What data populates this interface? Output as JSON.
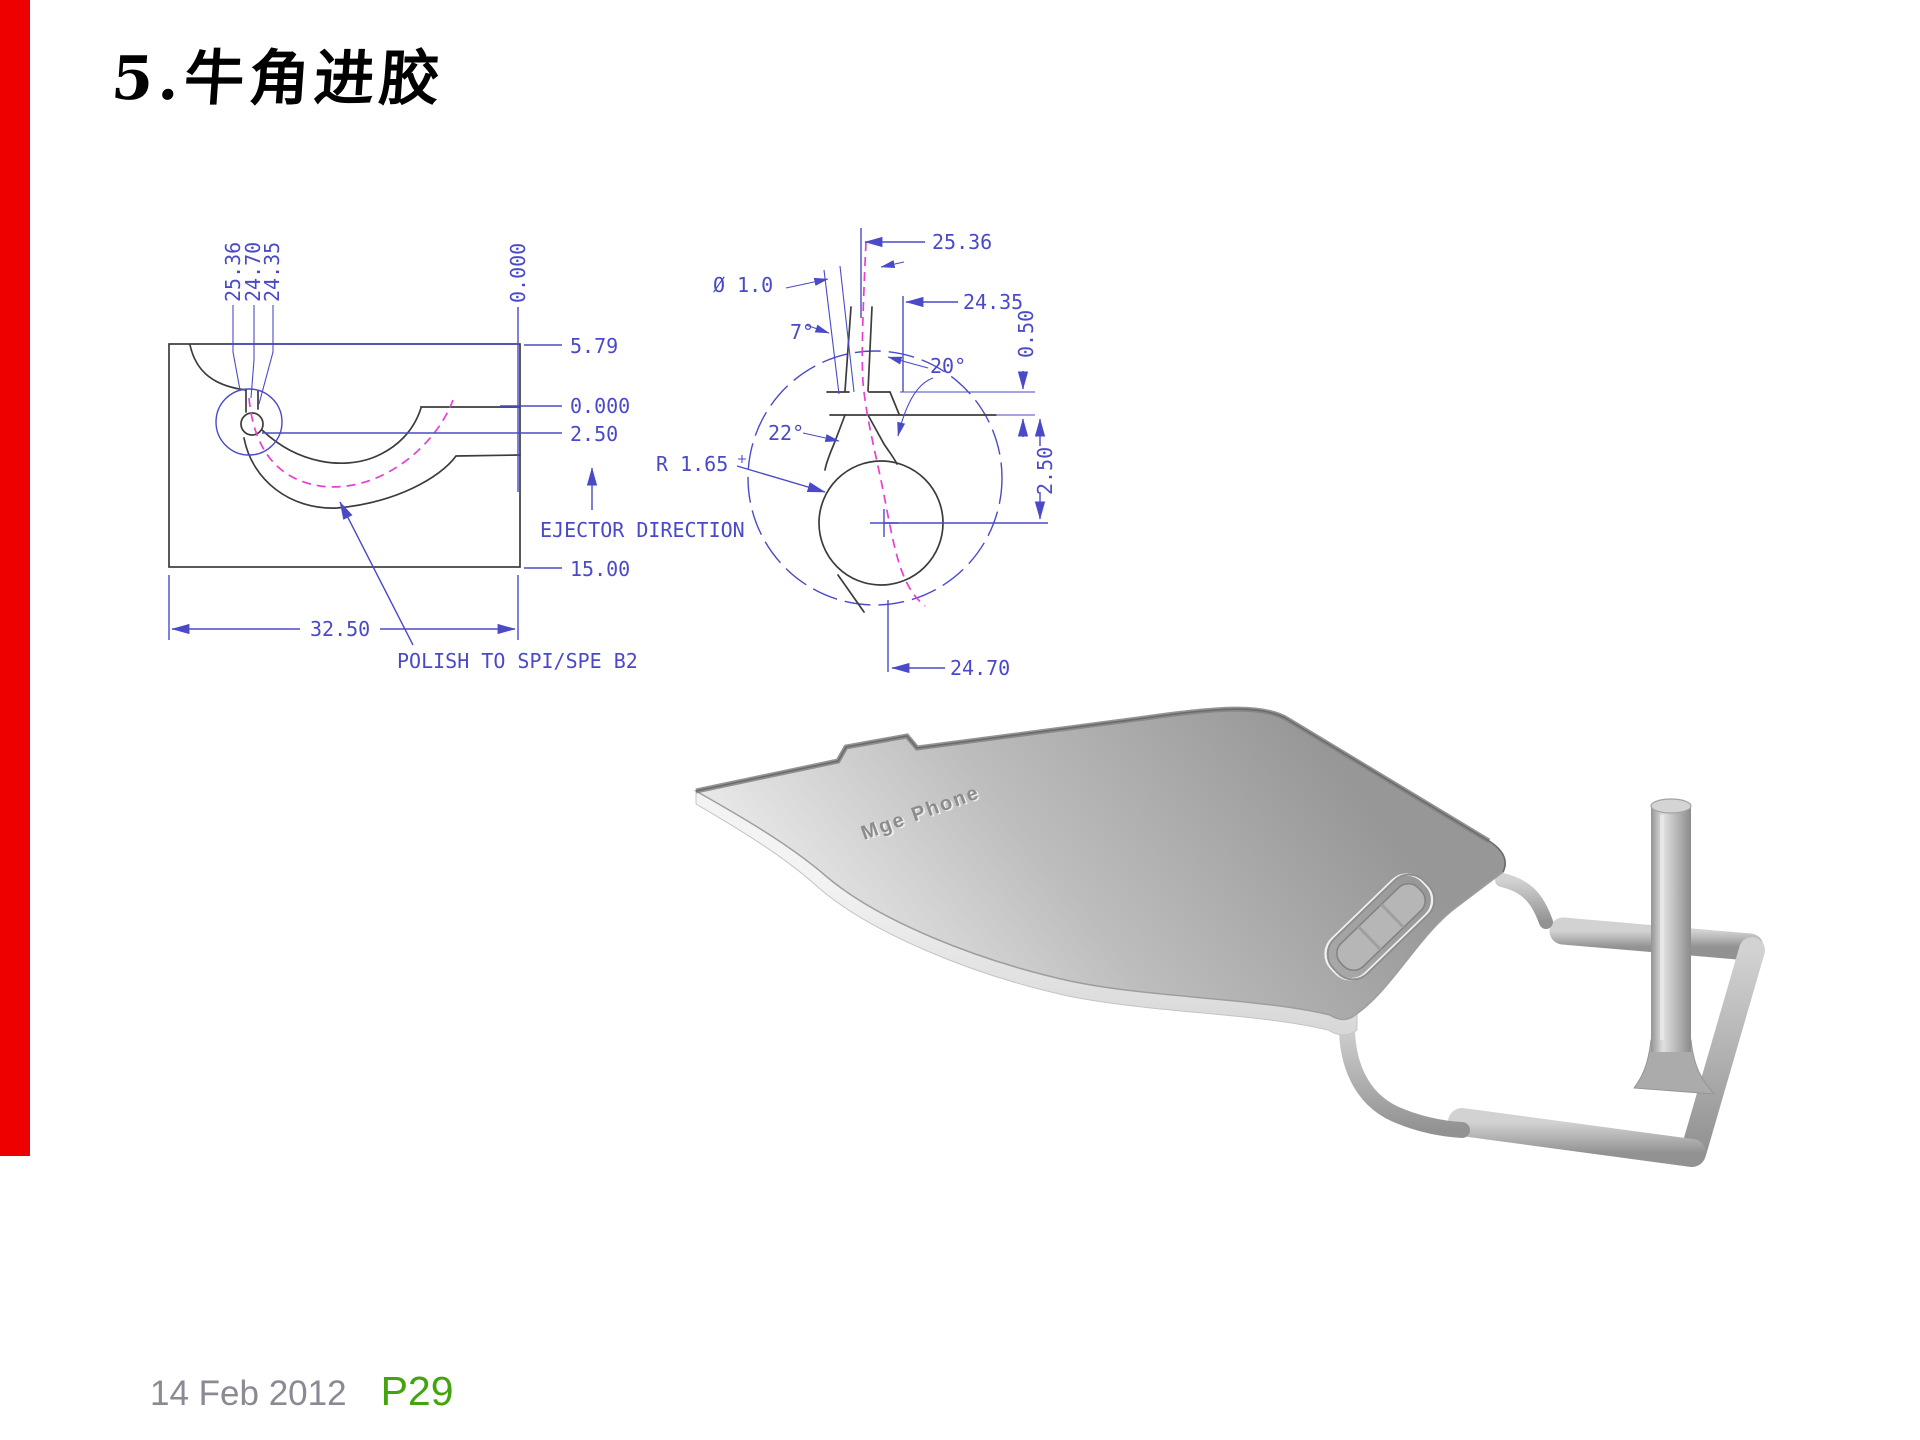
{
  "slide": {
    "title": "5.牛角进胶",
    "footer": {
      "date": "14 Feb 2012",
      "page": "P29"
    }
  },
  "colors": {
    "accent": "#ee0000",
    "dim": "#4a4ac8",
    "outline": "#3c3c3c",
    "magenta": "#e83fd0",
    "footer-date": "#8a8a94",
    "footer-page": "#44a410",
    "title": "#000000"
  },
  "section_view": {
    "x_dims": [
      "25.36",
      "24.70",
      "24.35"
    ],
    "x_datum": "0.000",
    "y_dims": [
      "5.79",
      "0.000",
      "2.50",
      "15.00"
    ],
    "width_dim": "32.50",
    "ejector_note": "EJECTOR DIRECTION",
    "polish_note": "POLISH TO SPI/SPE B2"
  },
  "detail_view": {
    "offset_top": "25.36",
    "gate_dia": "Ø 1.0",
    "offset_right": "24.35",
    "step_depth": "0.50",
    "draft_angle": "7°",
    "angle_right": "20°",
    "angle_left": "22°",
    "tip_radius": "R 1.65",
    "tip_depth": "2.50",
    "offset_bottom": "24.70"
  },
  "model": {
    "embossed_text": "Mge Phone"
  }
}
